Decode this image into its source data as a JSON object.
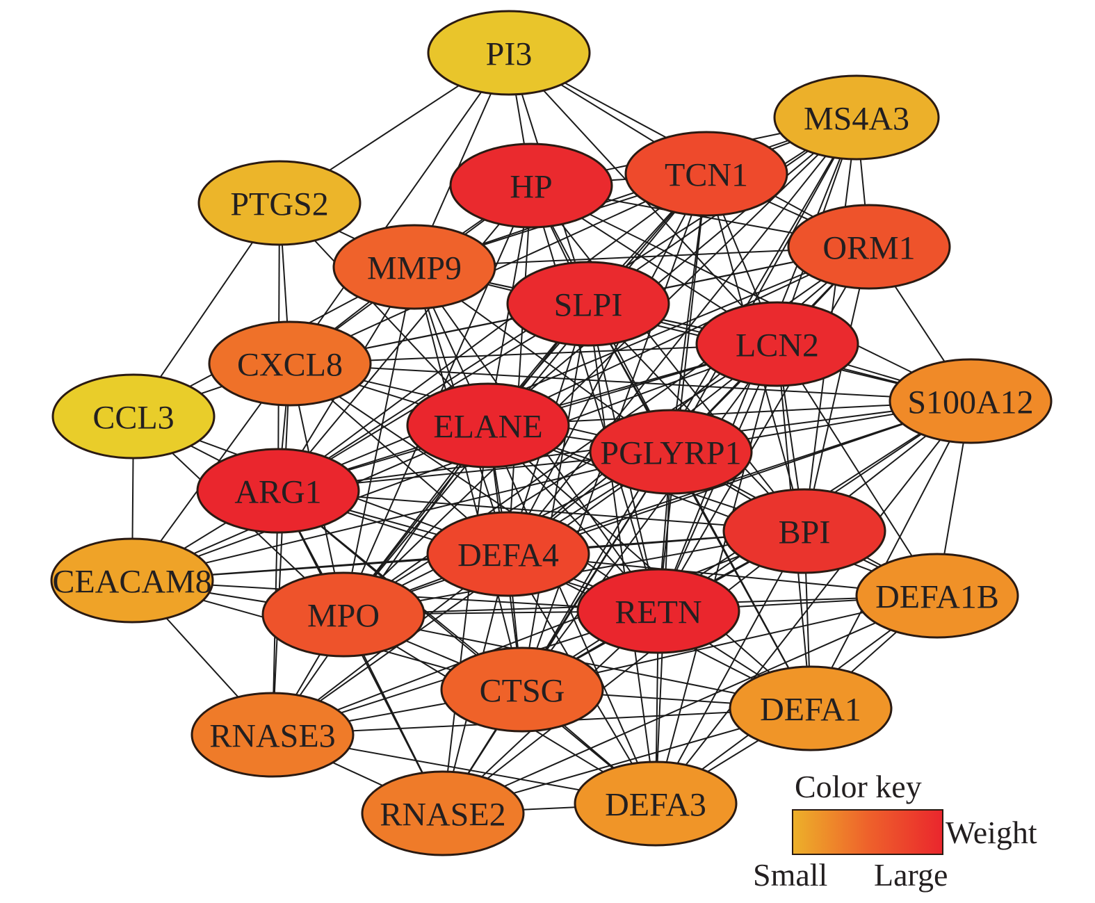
{
  "network": {
    "nodes": [
      {
        "id": "PI3",
        "label": "PI3",
        "color": "#E9C52B"
      },
      {
        "id": "MS4A3",
        "label": "MS4A3",
        "color": "#ECB02A"
      },
      {
        "id": "PTGS2",
        "label": "PTGS2",
        "color": "#ECB52A"
      },
      {
        "id": "HP",
        "label": "HP",
        "color": "#EA2A2E"
      },
      {
        "id": "TCN1",
        "label": "TCN1",
        "color": "#EE4A2C"
      },
      {
        "id": "ORM1",
        "label": "ORM1",
        "color": "#EE532B"
      },
      {
        "id": "MMP9",
        "label": "MMP9",
        "color": "#EF622B"
      },
      {
        "id": "SLPI",
        "label": "SLPI",
        "color": "#EA2A2E"
      },
      {
        "id": "LCN2",
        "label": "LCN2",
        "color": "#EA2A2E"
      },
      {
        "id": "CXCL8",
        "label": "CXCL8",
        "color": "#EF7129"
      },
      {
        "id": "S100A12",
        "label": "S100A12",
        "color": "#F08A28"
      },
      {
        "id": "CCL3",
        "label": "CCL3",
        "color": "#E9CD2A"
      },
      {
        "id": "ELANE",
        "label": "ELANE",
        "color": "#EA262D"
      },
      {
        "id": "PGLYRP1",
        "label": "PGLYRP1",
        "color": "#EA2C2D"
      },
      {
        "id": "ARG1",
        "label": "ARG1",
        "color": "#EA262D"
      },
      {
        "id": "BPI",
        "label": "BPI",
        "color": "#EA342D"
      },
      {
        "id": "DEFA4",
        "label": "DEFA4",
        "color": "#EE462B"
      },
      {
        "id": "CEACAM8",
        "label": "CEACAM8",
        "color": "#EFA328"
      },
      {
        "id": "MPO",
        "label": "MPO",
        "color": "#EE532B"
      },
      {
        "id": "RETN",
        "label": "RETN",
        "color": "#EA262D"
      },
      {
        "id": "DEFA1B",
        "label": "DEFA1B",
        "color": "#F09128"
      },
      {
        "id": "CTSG",
        "label": "CTSG",
        "color": "#EF6229"
      },
      {
        "id": "DEFA1",
        "label": "DEFA1",
        "color": "#F09528"
      },
      {
        "id": "RNASE3",
        "label": "RNASE3",
        "color": "#EF7B29"
      },
      {
        "id": "RNASE2",
        "label": "RNASE2",
        "color": "#EF7B29"
      },
      {
        "id": "DEFA3",
        "label": "DEFA3",
        "color": "#F09528"
      }
    ],
    "edges": [
      [
        "PI3",
        "PTGS2"
      ],
      [
        "PI3",
        "HP"
      ],
      [
        "PI3",
        "TCN1"
      ],
      [
        "PI3",
        "MMP9"
      ],
      [
        "PI3",
        "SLPI"
      ],
      [
        "PI3",
        "LCN2"
      ],
      [
        "PI3",
        "ORM1"
      ],
      [
        "PI3",
        "CXCL8"
      ],
      [
        "MS4A3",
        "TCN1"
      ],
      [
        "MS4A3",
        "ORM1"
      ],
      [
        "MS4A3",
        "LCN2"
      ],
      [
        "MS4A3",
        "SLPI"
      ],
      [
        "MS4A3",
        "PGLYRP1"
      ],
      [
        "MS4A3",
        "ELANE"
      ],
      [
        "MS4A3",
        "BPI"
      ],
      [
        "MS4A3",
        "DEFA4"
      ],
      [
        "MS4A3",
        "RETN"
      ],
      [
        "MS4A3",
        "HP"
      ],
      [
        "MS4A3",
        "MMP9"
      ],
      [
        "MS4A3",
        "ARG1"
      ],
      [
        "MS4A3",
        "MPO"
      ],
      [
        "MS4A3",
        "CTSG"
      ],
      [
        "PTGS2",
        "CCL3"
      ],
      [
        "PTGS2",
        "CXCL8"
      ],
      [
        "PTGS2",
        "ARG1"
      ],
      [
        "PTGS2",
        "MMP9"
      ],
      [
        "PTGS2",
        "ELANE"
      ],
      [
        "HP",
        "TCN1"
      ],
      [
        "HP",
        "SLPI"
      ],
      [
        "HP",
        "LCN2"
      ],
      [
        "HP",
        "ORM1"
      ],
      [
        "HP",
        "MMP9"
      ],
      [
        "HP",
        "ELANE"
      ],
      [
        "HP",
        "PGLYRP1"
      ],
      [
        "HP",
        "ARG1"
      ],
      [
        "HP",
        "CXCL8"
      ],
      [
        "HP",
        "S100A12"
      ],
      [
        "HP",
        "BPI"
      ],
      [
        "HP",
        "RETN"
      ],
      [
        "HP",
        "DEFA4"
      ],
      [
        "HP",
        "MPO"
      ],
      [
        "TCN1",
        "SLPI"
      ],
      [
        "TCN1",
        "LCN2"
      ],
      [
        "TCN1",
        "ORM1"
      ],
      [
        "TCN1",
        "MMP9"
      ],
      [
        "TCN1",
        "ELANE"
      ],
      [
        "TCN1",
        "PGLYRP1"
      ],
      [
        "TCN1",
        "ARG1"
      ],
      [
        "TCN1",
        "BPI"
      ],
      [
        "TCN1",
        "RETN"
      ],
      [
        "TCN1",
        "DEFA4"
      ],
      [
        "TCN1",
        "MPO"
      ],
      [
        "TCN1",
        "CTSG"
      ],
      [
        "TCN1",
        "CXCL8"
      ],
      [
        "ORM1",
        "LCN2"
      ],
      [
        "ORM1",
        "SLPI"
      ],
      [
        "ORM1",
        "MMP9"
      ],
      [
        "ORM1",
        "ELANE"
      ],
      [
        "ORM1",
        "PGLYRP1"
      ],
      [
        "ORM1",
        "ARG1"
      ],
      [
        "ORM1",
        "BPI"
      ],
      [
        "ORM1",
        "RETN"
      ],
      [
        "ORM1",
        "DEFA4"
      ],
      [
        "ORM1",
        "MPO"
      ],
      [
        "ORM1",
        "CXCL8"
      ],
      [
        "ORM1",
        "S100A12"
      ],
      [
        "MMP9",
        "SLPI"
      ],
      [
        "MMP9",
        "LCN2"
      ],
      [
        "MMP9",
        "CXCL8"
      ],
      [
        "MMP9",
        "ELANE"
      ],
      [
        "MMP9",
        "ARG1"
      ],
      [
        "MMP9",
        "PGLYRP1"
      ],
      [
        "MMP9",
        "MPO"
      ],
      [
        "MMP9",
        "DEFA4"
      ],
      [
        "MMP9",
        "RETN"
      ],
      [
        "MMP9",
        "S100A12"
      ],
      [
        "MMP9",
        "CCL3"
      ],
      [
        "MMP9",
        "CTSG"
      ],
      [
        "SLPI",
        "LCN2"
      ],
      [
        "SLPI",
        "ELANE"
      ],
      [
        "SLPI",
        "PGLYRP1"
      ],
      [
        "SLPI",
        "ARG1"
      ],
      [
        "SLPI",
        "CXCL8"
      ],
      [
        "SLPI",
        "BPI"
      ],
      [
        "SLPI",
        "RETN"
      ],
      [
        "SLPI",
        "DEFA4"
      ],
      [
        "SLPI",
        "MPO"
      ],
      [
        "SLPI",
        "CTSG"
      ],
      [
        "SLPI",
        "S100A12"
      ],
      [
        "SLPI",
        "DEFA1"
      ],
      [
        "SLPI",
        "DEFA3"
      ],
      [
        "LCN2",
        "ELANE"
      ],
      [
        "LCN2",
        "PGLYRP1"
      ],
      [
        "LCN2",
        "ARG1"
      ],
      [
        "LCN2",
        "CXCL8"
      ],
      [
        "LCN2",
        "S100A12"
      ],
      [
        "LCN2",
        "BPI"
      ],
      [
        "LCN2",
        "RETN"
      ],
      [
        "LCN2",
        "DEFA4"
      ],
      [
        "LCN2",
        "MPO"
      ],
      [
        "LCN2",
        "CTSG"
      ],
      [
        "LCN2",
        "DEFA1B"
      ],
      [
        "LCN2",
        "DEFA1"
      ],
      [
        "LCN2",
        "DEFA3"
      ],
      [
        "LCN2",
        "CEACAM8"
      ],
      [
        "CXCL8",
        "CCL3"
      ],
      [
        "CXCL8",
        "ARG1"
      ],
      [
        "CXCL8",
        "ELANE"
      ],
      [
        "CXCL8",
        "PGLYRP1"
      ],
      [
        "CXCL8",
        "S100A12"
      ],
      [
        "CXCL8",
        "MPO"
      ],
      [
        "CXCL8",
        "DEFA4"
      ],
      [
        "CXCL8",
        "RETN"
      ],
      [
        "CXCL8",
        "CEACAM8"
      ],
      [
        "CXCL8",
        "RNASE3"
      ],
      [
        "S100A12",
        "PGLYRP1"
      ],
      [
        "S100A12",
        "ELANE"
      ],
      [
        "S100A12",
        "BPI"
      ],
      [
        "S100A12",
        "RETN"
      ],
      [
        "S100A12",
        "DEFA4"
      ],
      [
        "S100A12",
        "ARG1"
      ],
      [
        "S100A12",
        "DEFA1B"
      ],
      [
        "S100A12",
        "MPO"
      ],
      [
        "S100A12",
        "CTSG"
      ],
      [
        "S100A12",
        "DEFA1"
      ],
      [
        "S100A12",
        "DEFA3"
      ],
      [
        "CCL3",
        "ARG1"
      ],
      [
        "CCL3",
        "CEACAM8"
      ],
      [
        "CCL3",
        "MPO"
      ],
      [
        "CCL3",
        "DEFA4"
      ],
      [
        "ELANE",
        "PGLYRP1"
      ],
      [
        "ELANE",
        "ARG1"
      ],
      [
        "ELANE",
        "BPI"
      ],
      [
        "ELANE",
        "DEFA4"
      ],
      [
        "ELANE",
        "MPO"
      ],
      [
        "ELANE",
        "RETN"
      ],
      [
        "ELANE",
        "CTSG"
      ],
      [
        "ELANE",
        "CEACAM8"
      ],
      [
        "ELANE",
        "RNASE3"
      ],
      [
        "ELANE",
        "RNASE2"
      ],
      [
        "ELANE",
        "DEFA3"
      ],
      [
        "ELANE",
        "DEFA1"
      ],
      [
        "ELANE",
        "DEFA1B"
      ],
      [
        "PGLYRP1",
        "ARG1"
      ],
      [
        "PGLYRP1",
        "BPI"
      ],
      [
        "PGLYRP1",
        "DEFA4"
      ],
      [
        "PGLYRP1",
        "MPO"
      ],
      [
        "PGLYRP1",
        "RETN"
      ],
      [
        "PGLYRP1",
        "CTSG"
      ],
      [
        "PGLYRP1",
        "DEFA1B"
      ],
      [
        "PGLYRP1",
        "DEFA1"
      ],
      [
        "PGLYRP1",
        "DEFA3"
      ],
      [
        "PGLYRP1",
        "CEACAM8"
      ],
      [
        "PGLYRP1",
        "RNASE3"
      ],
      [
        "PGLYRP1",
        "RNASE2"
      ],
      [
        "ARG1",
        "BPI"
      ],
      [
        "ARG1",
        "DEFA4"
      ],
      [
        "ARG1",
        "MPO"
      ],
      [
        "ARG1",
        "RETN"
      ],
      [
        "ARG1",
        "CEACAM8"
      ],
      [
        "ARG1",
        "CTSG"
      ],
      [
        "ARG1",
        "RNASE3"
      ],
      [
        "ARG1",
        "RNASE2"
      ],
      [
        "ARG1",
        "DEFA3"
      ],
      [
        "BPI",
        "DEFA4"
      ],
      [
        "BPI",
        "RETN"
      ],
      [
        "BPI",
        "MPO"
      ],
      [
        "BPI",
        "CTSG"
      ],
      [
        "BPI",
        "DEFA1B"
      ],
      [
        "BPI",
        "DEFA1"
      ],
      [
        "BPI",
        "DEFA3"
      ],
      [
        "BPI",
        "CEACAM8"
      ],
      [
        "BPI",
        "RNASE3"
      ],
      [
        "BPI",
        "RNASE2"
      ],
      [
        "DEFA4",
        "MPO"
      ],
      [
        "DEFA4",
        "RETN"
      ],
      [
        "DEFA4",
        "CTSG"
      ],
      [
        "DEFA4",
        "CEACAM8"
      ],
      [
        "DEFA4",
        "DEFA1B"
      ],
      [
        "DEFA4",
        "DEFA1"
      ],
      [
        "DEFA4",
        "DEFA3"
      ],
      [
        "DEFA4",
        "RNASE3"
      ],
      [
        "DEFA4",
        "RNASE2"
      ],
      [
        "CEACAM8",
        "MPO"
      ],
      [
        "CEACAM8",
        "RETN"
      ],
      [
        "CEACAM8",
        "RNASE3"
      ],
      [
        "CEACAM8",
        "CTSG"
      ],
      [
        "MPO",
        "RETN"
      ],
      [
        "MPO",
        "CTSG"
      ],
      [
        "MPO",
        "RNASE3"
      ],
      [
        "MPO",
        "RNASE2"
      ],
      [
        "MPO",
        "DEFA3"
      ],
      [
        "MPO",
        "DEFA1"
      ],
      [
        "MPO",
        "DEFA1B"
      ],
      [
        "RETN",
        "CTSG"
      ],
      [
        "RETN",
        "DEFA1B"
      ],
      [
        "RETN",
        "DEFA1"
      ],
      [
        "RETN",
        "DEFA3"
      ],
      [
        "RETN",
        "RNASE3"
      ],
      [
        "RETN",
        "RNASE2"
      ],
      [
        "DEFA1B",
        "DEFA1"
      ],
      [
        "DEFA1B",
        "DEFA3"
      ],
      [
        "DEFA1B",
        "CTSG"
      ],
      [
        "DEFA1B",
        "RNASE2"
      ],
      [
        "CTSG",
        "RNASE3"
      ],
      [
        "CTSG",
        "RNASE2"
      ],
      [
        "CTSG",
        "DEFA3"
      ],
      [
        "CTSG",
        "DEFA1"
      ],
      [
        "DEFA1",
        "DEFA3"
      ],
      [
        "DEFA1",
        "RNASE2"
      ],
      [
        "DEFA1",
        "RNASE3"
      ],
      [
        "RNASE3",
        "RNASE2"
      ],
      [
        "RNASE3",
        "DEFA3"
      ],
      [
        "RNASE2",
        "DEFA3"
      ]
    ]
  },
  "color_key": {
    "title": "Color key",
    "label_weight": "Weight",
    "label_small": "Small",
    "label_large": "Large",
    "color_small": "#EDB12A",
    "color_large": "#EA262D"
  }
}
